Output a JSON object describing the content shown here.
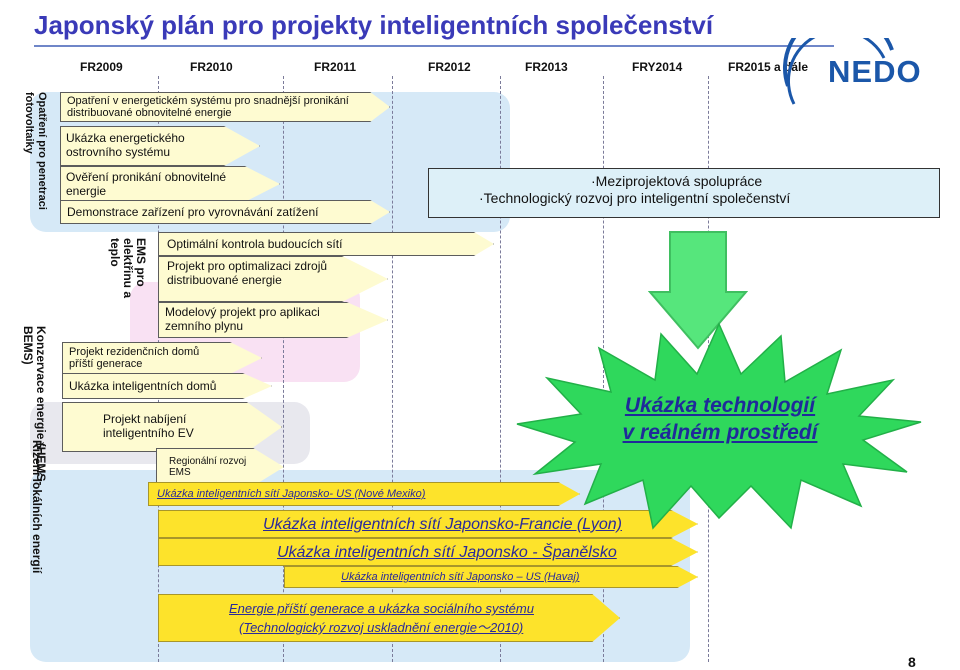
{
  "title": "Japonský plán pro projekty inteligentních společenství",
  "years": [
    "FR2009",
    "FR2010",
    "FR2011",
    "FR2012",
    "FR2013",
    "FRY2014",
    "FR2015 a dále"
  ],
  "logo": "NEDO",
  "page_number": "8",
  "regions": {
    "pv": "Opatření pro penetraci fotovoltaiky",
    "conservation": "Konzervace energie (HEMS- BEMS)",
    "ems": "EMS pro elektřinu a teplo",
    "local": "Řízení lokálních energií"
  },
  "section1": {
    "a": "Opatření v energetickém systému pro snadnější pronikání distribuované obnovitelné energie",
    "b": "Ukázka energetického ostrovního systému",
    "c": "Ověření pronikání obnovitelné energie",
    "d": "Demonstrace zařízení pro vyrovnávání zatížení"
  },
  "cooperation": [
    "Meziprojektová spolupráce",
    "Technologický rozvoj pro inteligentní společenství"
  ],
  "section2": {
    "a": "Optimální kontrola budoucích sítí",
    "b": "Projekt pro optimalizaci zdrojů distribuované energie",
    "c": "Modelový projekt pro aplikaci zemního plynu"
  },
  "section3": {
    "a": "Projekt rezidenčních domů příští generace",
    "b": "Ukázka inteligentních domů",
    "c": "Projekt nabíjení inteligentního EV",
    "d": "Regionální rozvoj EMS"
  },
  "demo": {
    "newmexico": "Ukázka inteligentních sítí Japonsko- US (Nové Mexiko)",
    "lyon": "Ukázka inteligentních sítí Japonsko-Francie (Lyon)",
    "spain": "Ukázka inteligentních sítí Japonsko - Španělsko",
    "hawaii": "Ukázka inteligentních sítí Japonsko – US (Havaj)",
    "nextgen_line1": "Energie příští generace a ukázka sociálního systému",
    "nextgen_line2": "(Technologický rozvoj uskladnění energie～2010)"
  },
  "realworld": [
    "Ukázka technologií",
    "v reálném prostředí"
  ],
  "colors": {
    "title": "#3a3ab8",
    "box": "#fefbd1",
    "arrow_yellow": "#fde32b",
    "green_arrow": "#56e67c",
    "burst": "#2fd85c",
    "blue_region": "#d6e9f7",
    "pink_region": "#f9e1f3"
  }
}
